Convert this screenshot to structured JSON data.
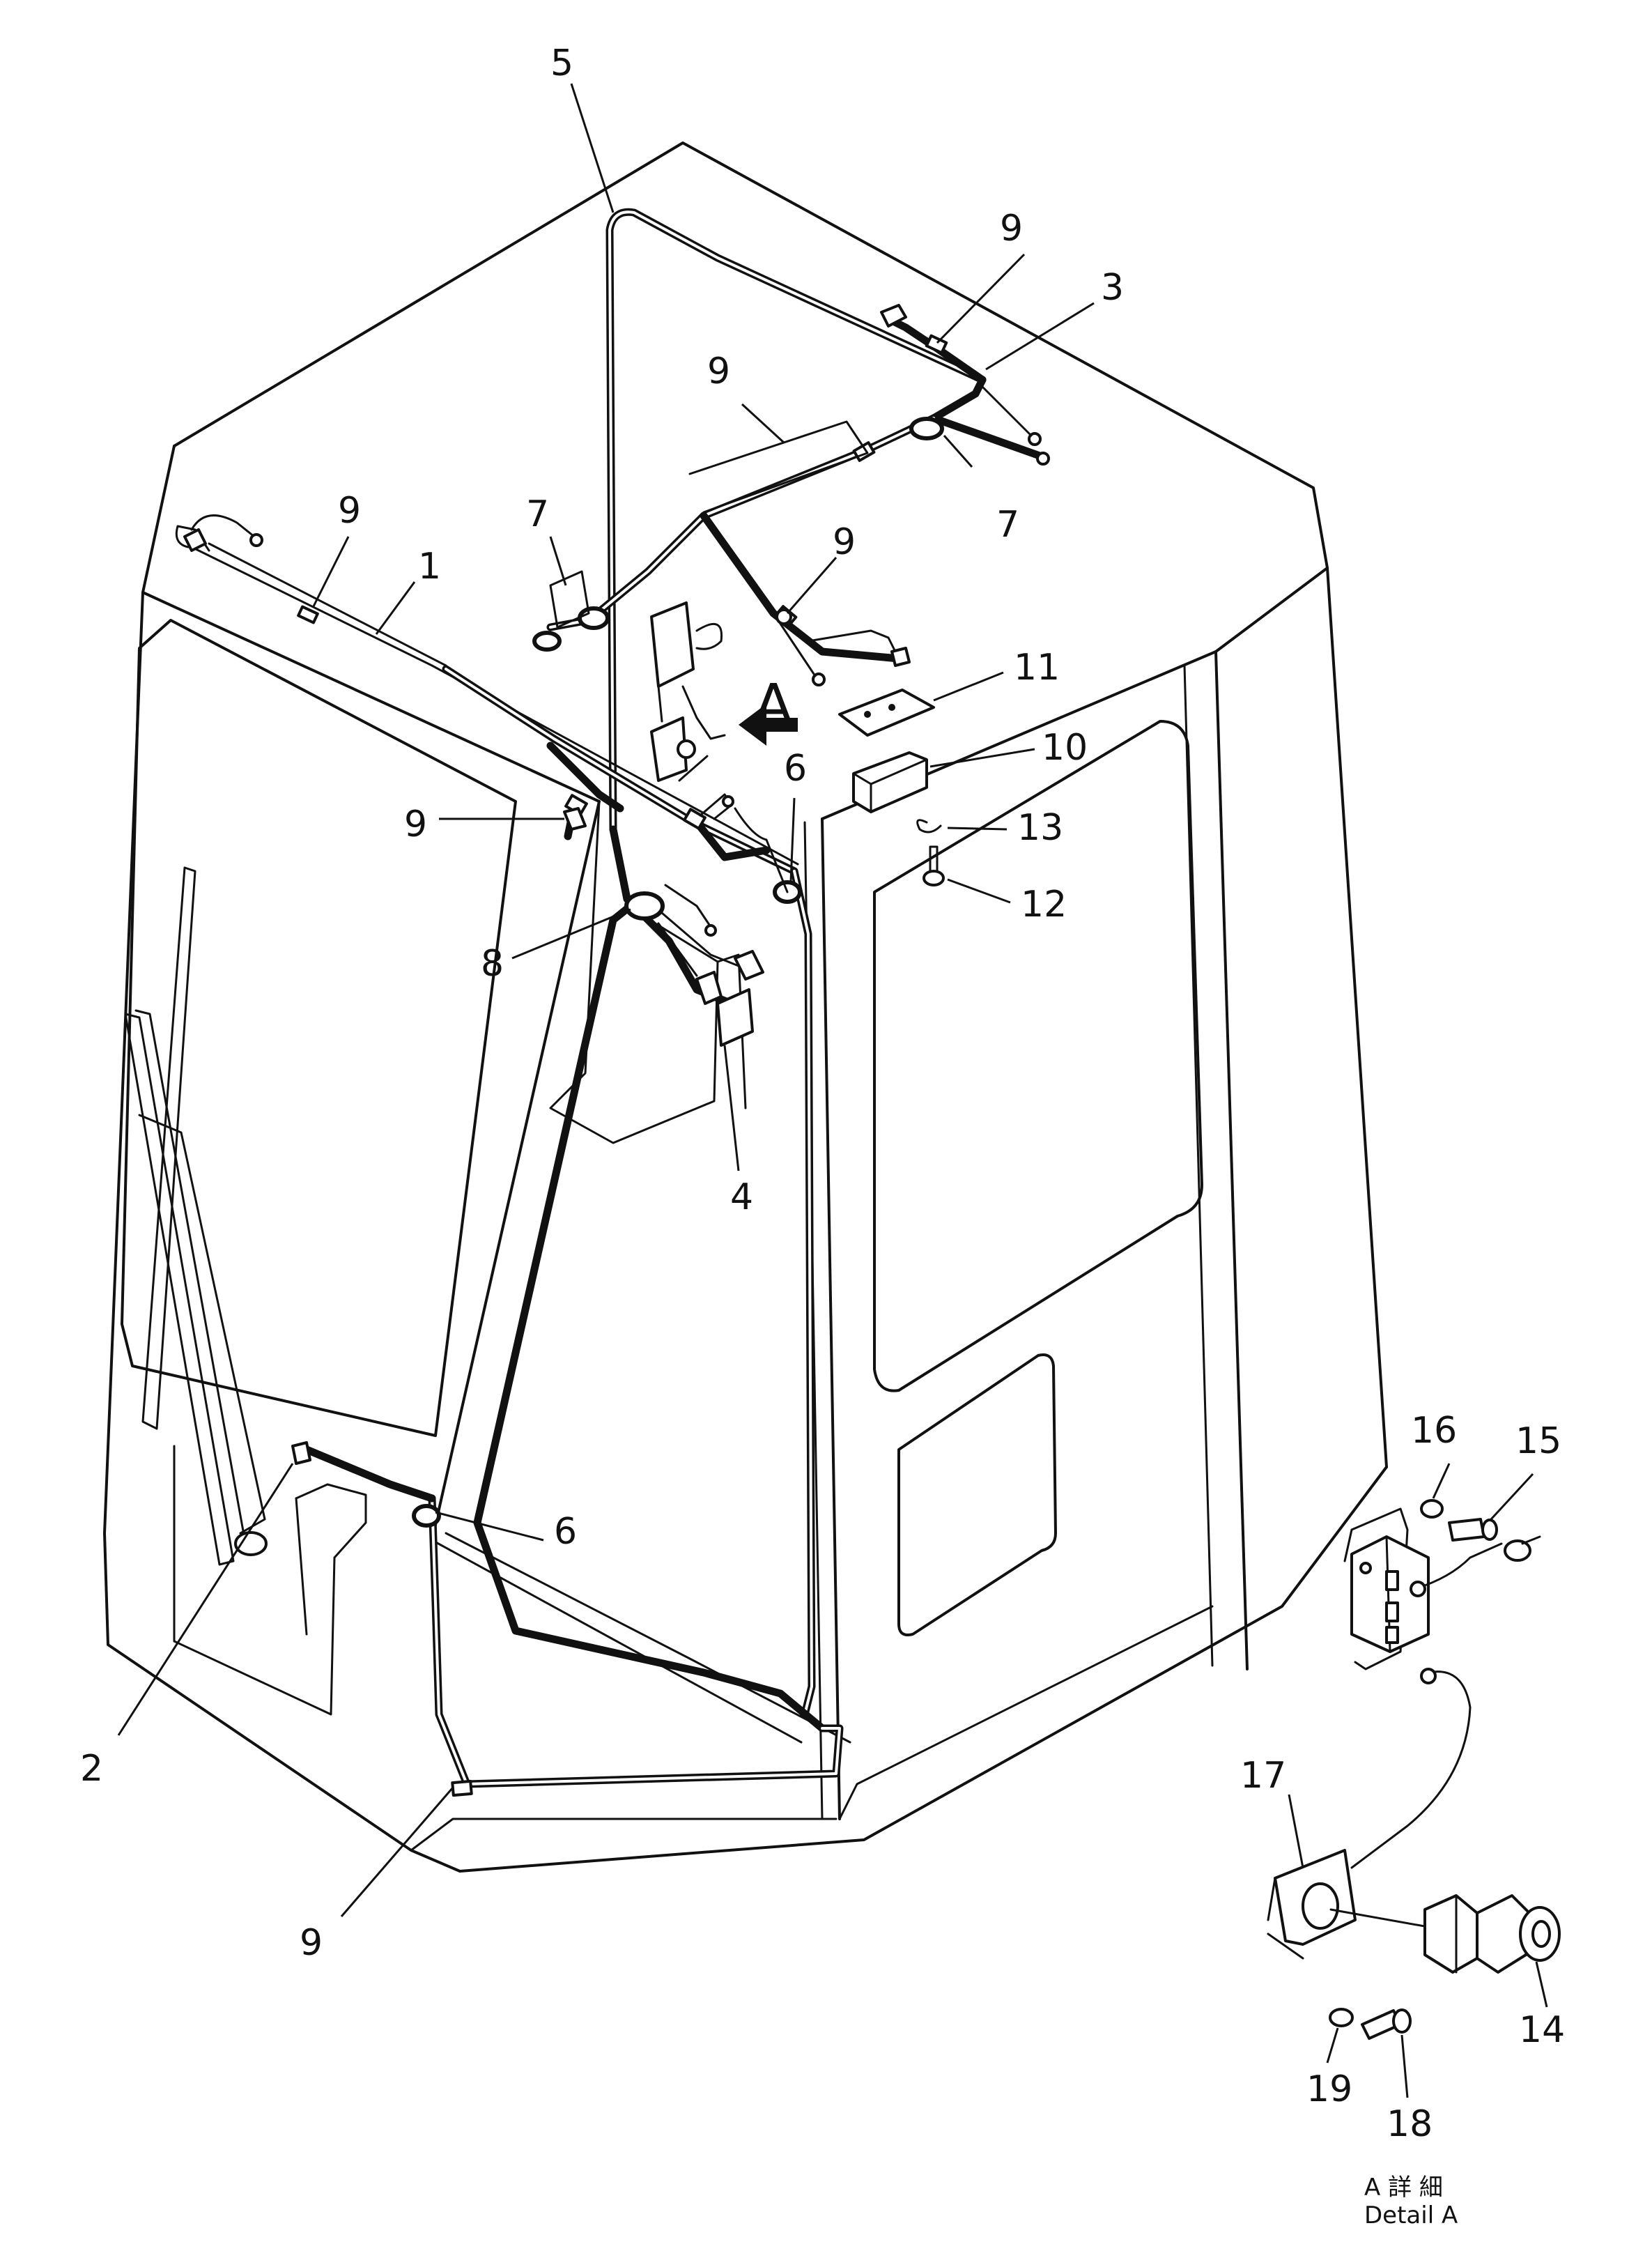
{
  "callouts": [
    {
      "id": "c-5",
      "text": "5"
    },
    {
      "id": "c-9a",
      "text": "9"
    },
    {
      "id": "c-3",
      "text": "3"
    },
    {
      "id": "c-9b",
      "text": "9"
    },
    {
      "id": "c-7a",
      "text": "7"
    },
    {
      "id": "c-9c",
      "text": "9"
    },
    {
      "id": "c-1",
      "text": "1"
    },
    {
      "id": "c-7b",
      "text": "7"
    },
    {
      "id": "c-9d",
      "text": "9"
    },
    {
      "id": "c-11",
      "text": "11"
    },
    {
      "id": "c-6a",
      "text": "6"
    },
    {
      "id": "c-10",
      "text": "10"
    },
    {
      "id": "c-9e",
      "text": "9"
    },
    {
      "id": "c-13",
      "text": "13"
    },
    {
      "id": "c-12",
      "text": "12"
    },
    {
      "id": "c-8",
      "text": "8"
    },
    {
      "id": "c-4",
      "text": "4"
    },
    {
      "id": "c-6b",
      "text": "6"
    },
    {
      "id": "c-16",
      "text": "16"
    },
    {
      "id": "c-15",
      "text": "15"
    },
    {
      "id": "c-2",
      "text": "2"
    },
    {
      "id": "c-17",
      "text": "17"
    },
    {
      "id": "c-9f",
      "text": "9"
    },
    {
      "id": "c-14",
      "text": "14"
    },
    {
      "id": "c-19",
      "text": "19"
    },
    {
      "id": "c-18",
      "text": "18"
    }
  ],
  "detail_marker": "A",
  "detail_caption": {
    "line1": "A 詳 細",
    "line2": "Detail A"
  }
}
